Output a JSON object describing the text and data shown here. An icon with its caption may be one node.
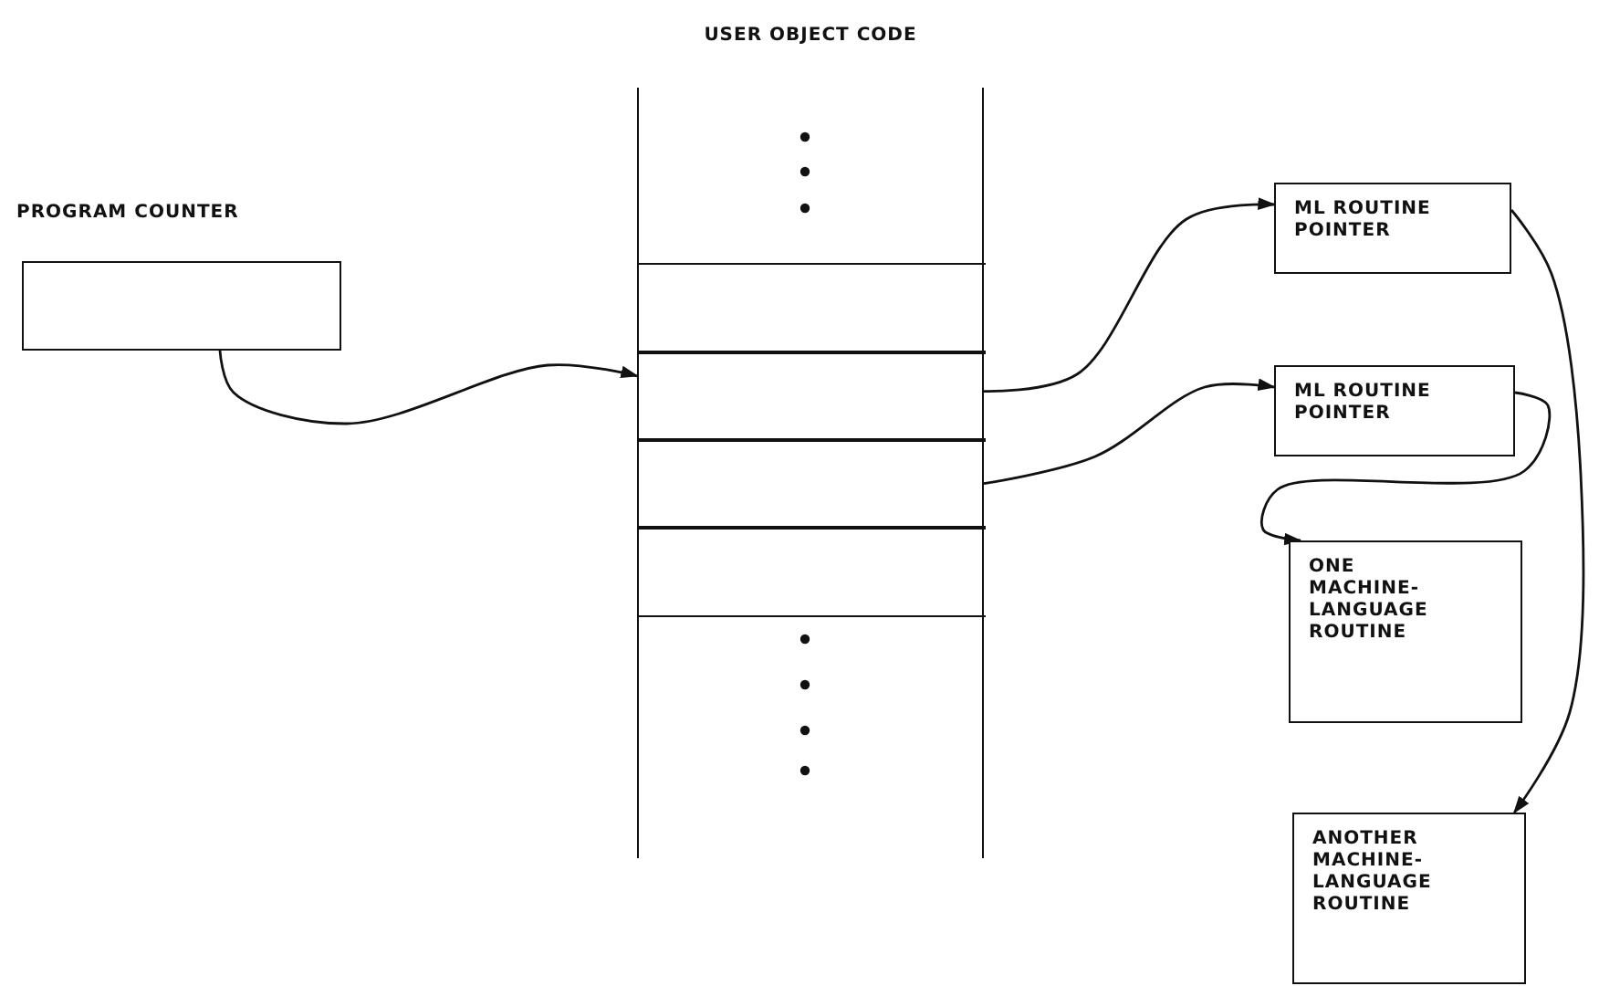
{
  "diagram": {
    "nodes": [
      {
        "text": [
          "PROGRAM COUNTER"
        ]
      },
      {
        "text": [
          "USER OBJECT CODE"
        ]
      },
      {
        "text": [],
        "shape": "box",
        "in": 1
      },
      {
        "text": [],
        "shape": "box",
        "in": 1
      },
      {
        "text": [],
        "shape": "box",
        "in": 1
      },
      {
        "text": [],
        "shape": "box",
        "in": 1
      },
      {
        "text": [
          "ML ROUTINE POINTER"
        ]
      },
      {
        "text": [
          "ML ROUTINE POINTER"
        ]
      },
      {
        "text": [
          "ONE MACHINE- LANGUAGE ROUTINE"
        ]
      },
      {
        "text": [
          "ANOTHER MACHINE- LANGUAGE ROUTINE"
        ]
      }
    ],
    "edges": [
      {
        "from": 0,
        "to": 3,
        "arrow": "to"
      },
      {
        "from": 3,
        "to": 6,
        "arrow": "to"
      },
      {
        "from": 4,
        "to": 7,
        "arrow": "to"
      },
      {
        "from": 7,
        "to": 8,
        "arrow": "to"
      },
      {
        "from": 6,
        "to": 9,
        "arrow": "to"
      }
    ]
  }
}
